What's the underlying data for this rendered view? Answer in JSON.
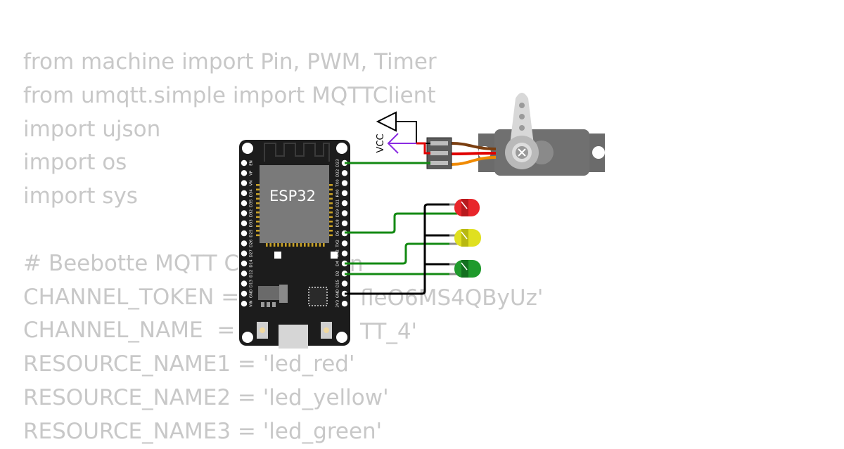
{
  "code_lines": [
    "from machine import Pin, PWM, Timer",
    "from umqtt.simple import MQTTClient",
    "import ujson",
    "import os",
    "import sys",
    "",
    "# Beebotte MQTT Co",
    "CHANNEL_TOKEN = 'token_S",
    "CHANNEL_NAME  = 'E",
    "RESOURCE_NAME1 = 'led_red'",
    "RESOURCE_NAME2 = 'led_yellow'",
    "RESOURCE_NAME3 = 'led_green'"
  ],
  "code_tails": {
    "token_tail": "fleO6MS4QByUz'",
    "name_tail": "TT_4'",
    "comment_tail": "n"
  },
  "board": {
    "label": "ESP32",
    "pins_left": [
      "EN",
      "VP",
      "VN",
      "D34",
      "D35",
      "D32",
      "D33",
      "D25",
      "D26",
      "D27",
      "D14",
      "D12",
      "D13",
      "GND",
      "VIN"
    ],
    "pins_right": [
      "D23",
      "D22",
      "TX0",
      "RX0",
      "D21",
      "D19",
      "D18",
      "D5",
      "TX2",
      "RX2",
      "D4",
      "D2",
      "D15",
      "GND",
      "3V3"
    ]
  },
  "power": {
    "label": "VCC"
  },
  "colors": {
    "board": "#1c1c1c",
    "chip": "#7a7a7a",
    "led_red": "#e8262b",
    "led_yellow": "#e0e020",
    "led_green": "#1f9a2c",
    "wire_signal": "#138a13",
    "wire_ground": "#000000",
    "wire_vcc": "#e00000",
    "servo_body": "#6b6b6b",
    "vcc_symbol": "#8a2be2",
    "code_text": "#c8c8c8"
  },
  "icons": [
    "esp32-board",
    "servo-motor",
    "led-red",
    "led-yellow",
    "led-green",
    "ground-symbol",
    "vcc-symbol"
  ]
}
